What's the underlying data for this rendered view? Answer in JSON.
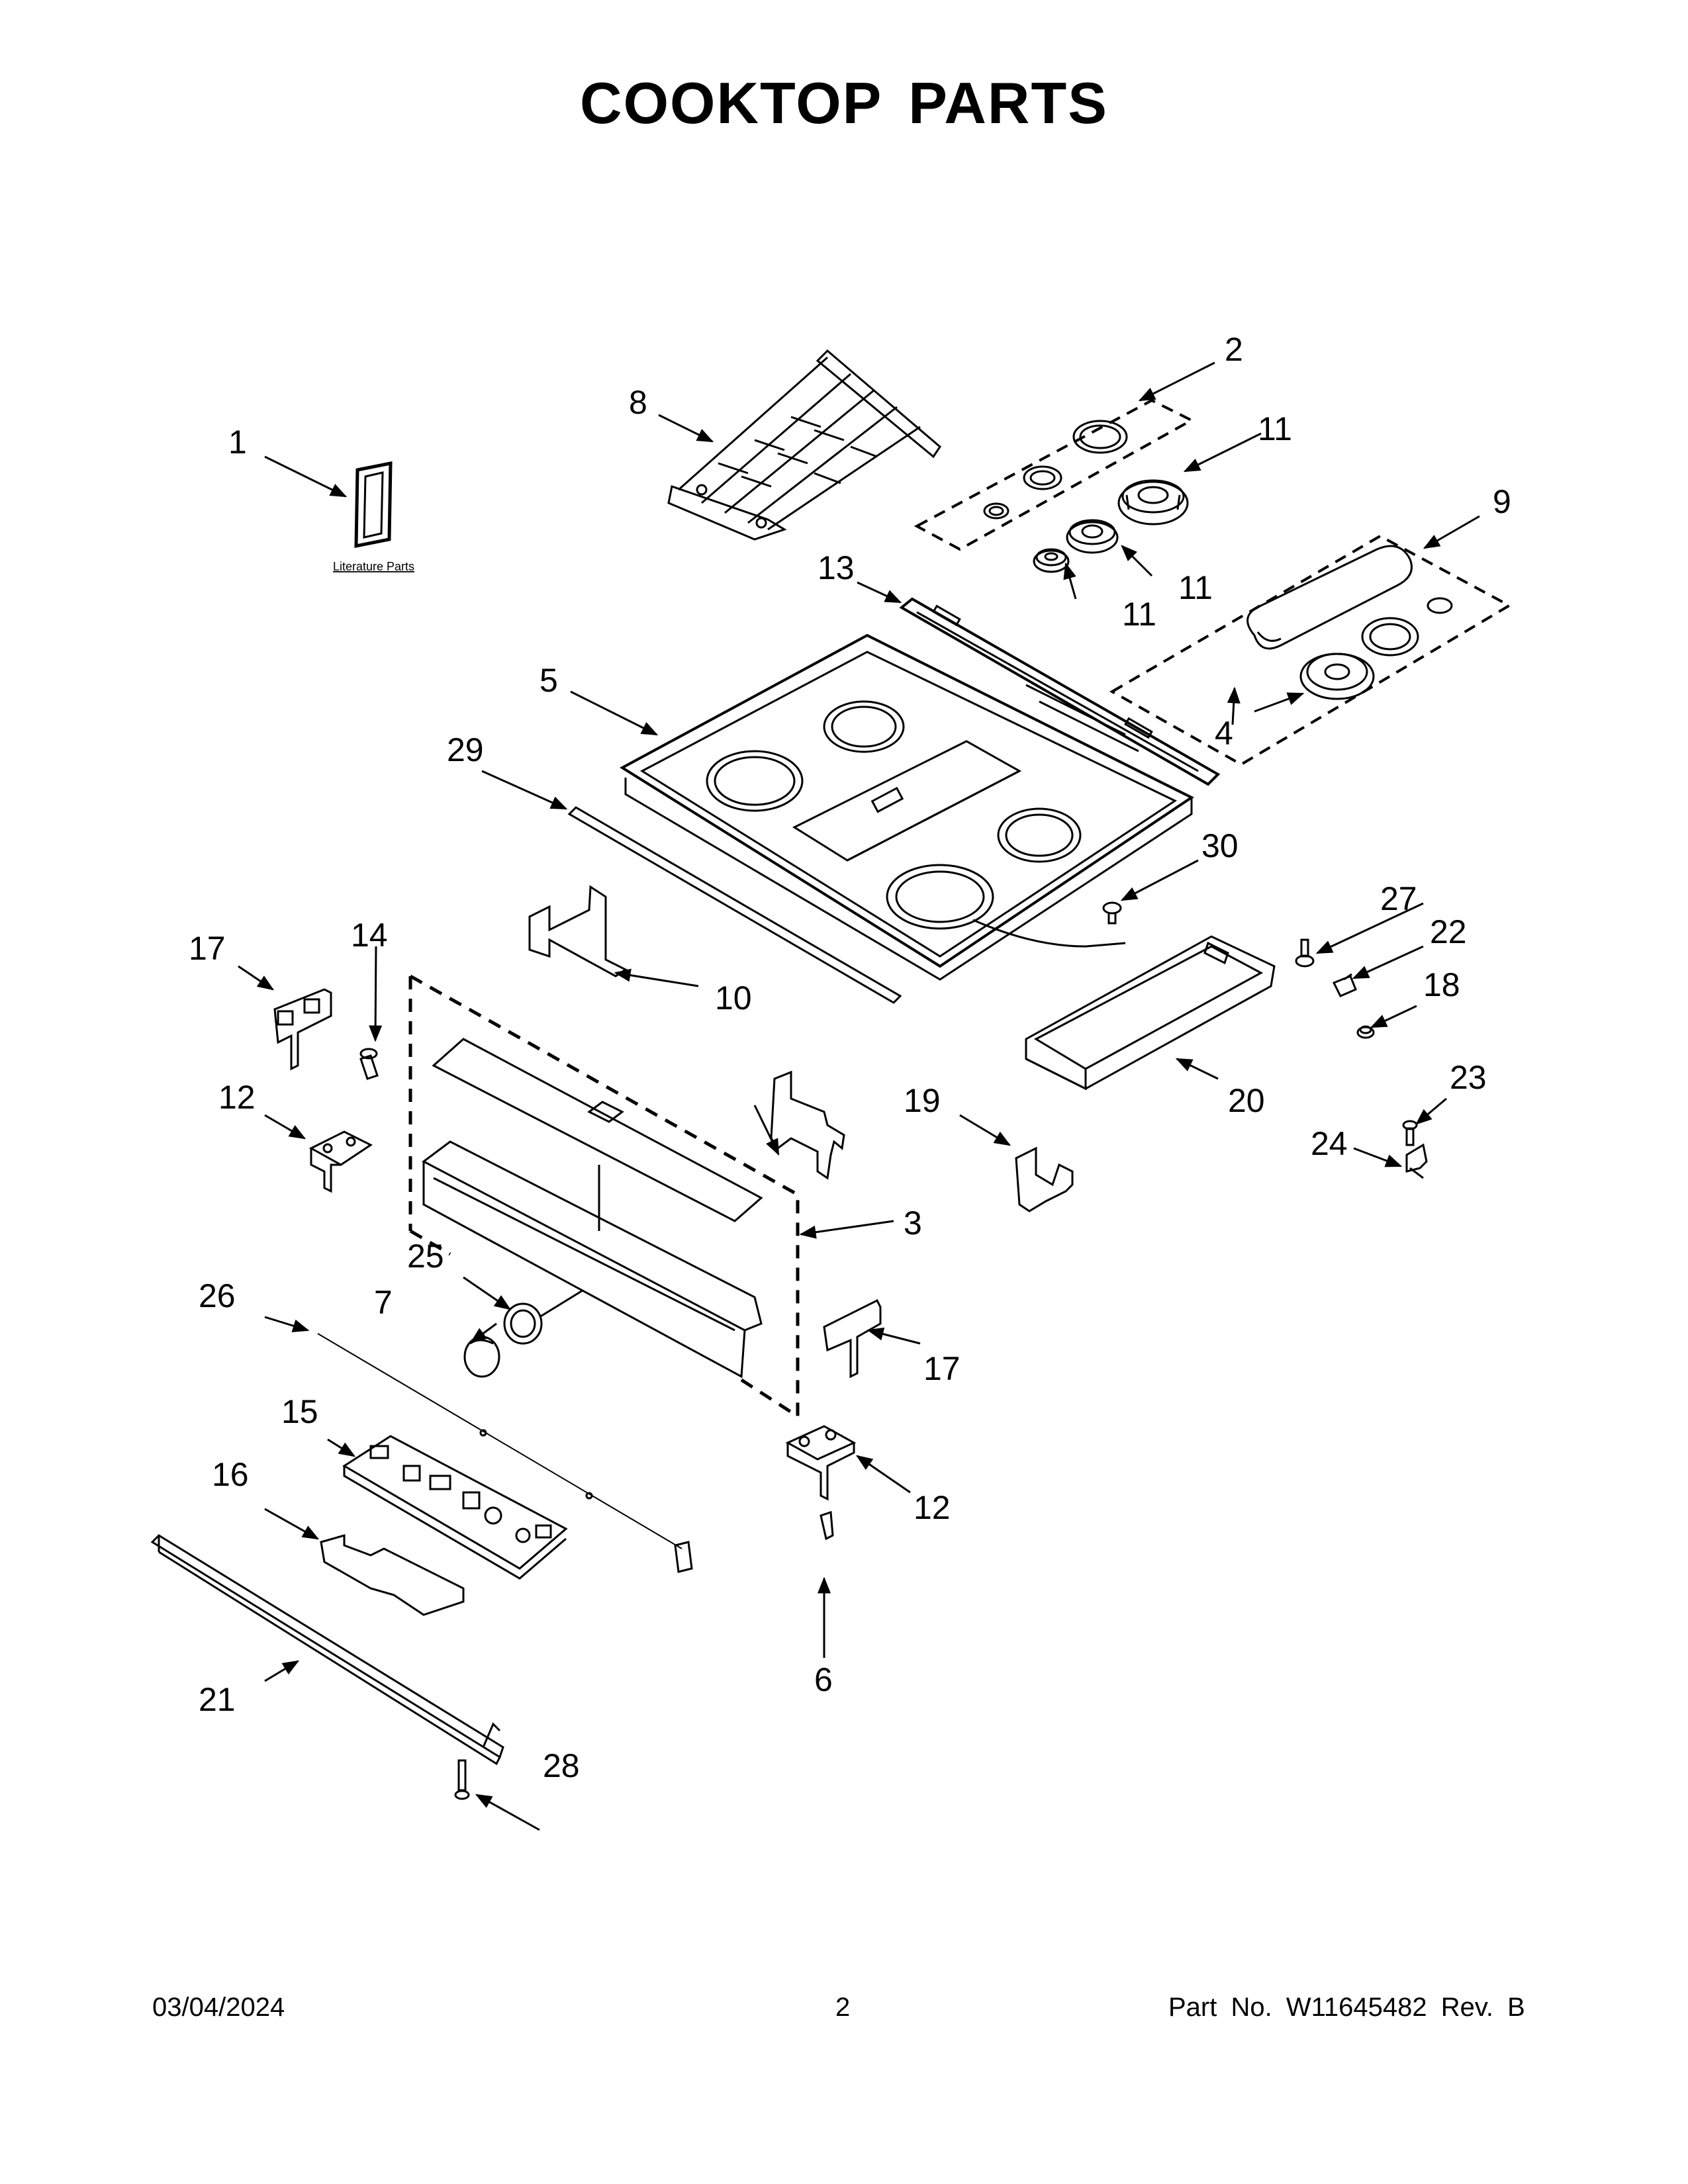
{
  "title": "COOKTOP PARTS",
  "literature_label": "Literature Parts",
  "callouts": {
    "c1": "1",
    "c2": "2",
    "c3": "3",
    "c4": "4",
    "c5": "5",
    "c6": "6",
    "c7": "7",
    "c8": "8",
    "c9": "9",
    "c10": "10",
    "c11a": "11",
    "c11b": "11",
    "c11c": "11",
    "c12a": "12",
    "c12b": "12",
    "c13": "13",
    "c14": "14",
    "c15": "15",
    "c16": "16",
    "c17a": "17",
    "c17b": "17",
    "c18": "18",
    "c19": "19",
    "c20": "20",
    "c21": "21",
    "c22": "22",
    "c23": "23",
    "c24": "24",
    "c25": "25",
    "c26": "26",
    "c27": "27",
    "c28": "28",
    "c29": "29",
    "c30": "30"
  },
  "footer": {
    "date": "03/04/2024",
    "page": "2",
    "part": "Part No.  W11645482  Rev.  B"
  }
}
